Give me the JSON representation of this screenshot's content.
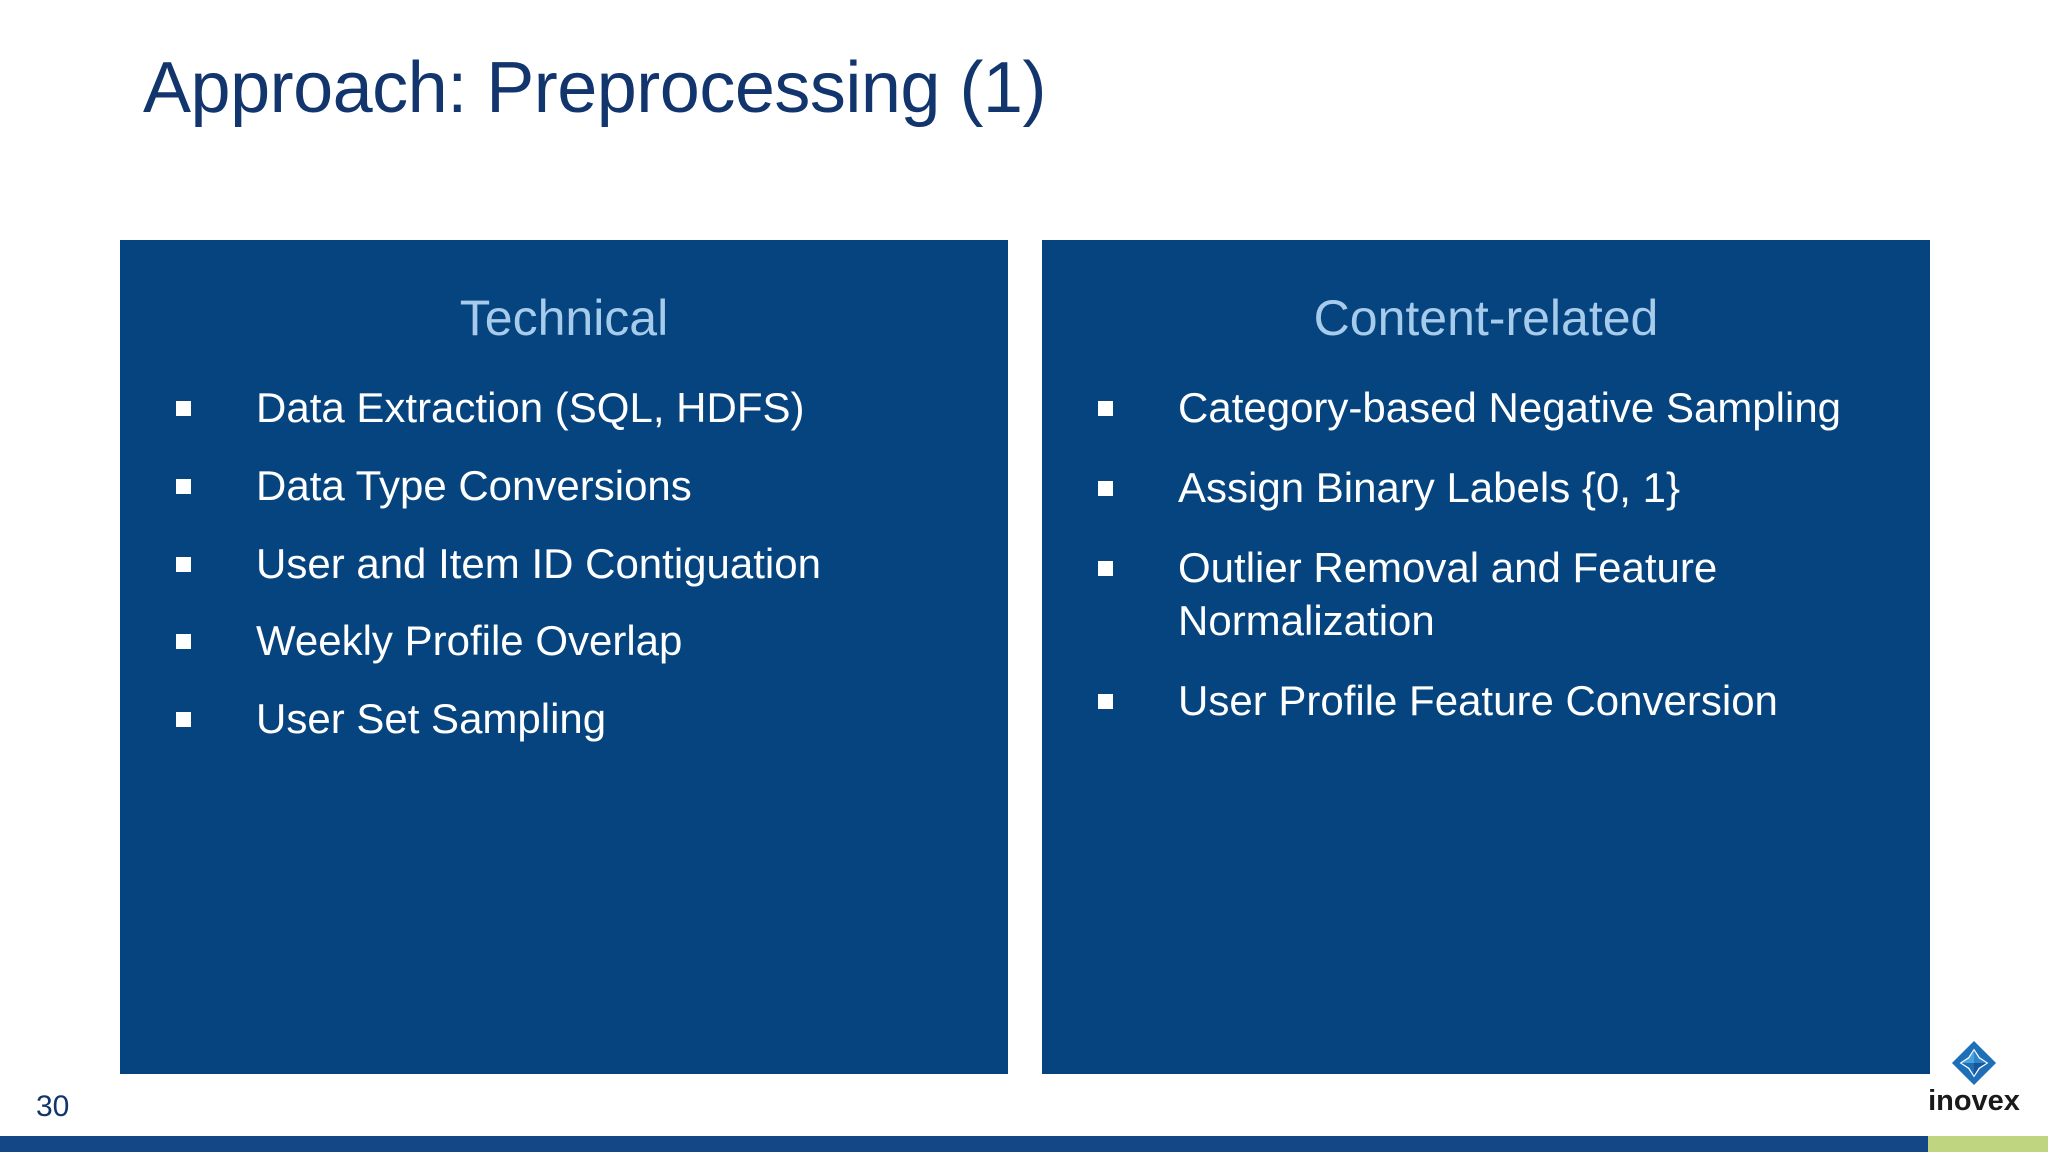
{
  "slide": {
    "title": "Approach: Preprocessing (1)",
    "page_number": "30"
  },
  "theme": {
    "title_color": "#12356E",
    "panel_bg": "#064480",
    "panel_header_color": "#A6CBEB",
    "bullet_text_color": "#FFFFFF",
    "bar_navy": "#134785",
    "bar_green": "#BFD580",
    "page_number_color": "#12356E"
  },
  "panels": [
    {
      "header": "Technical",
      "items": [
        "Data Extraction (SQL, HDFS)",
        "Data Type Conversions",
        "User and Item ID Contiguation",
        "Weekly Profile Overlap",
        "User Set Sampling"
      ]
    },
    {
      "header": "Content-related",
      "items": [
        "Category-based Negative Sampling",
        "Assign Binary Labels {0, 1}",
        "Outlier Removal and Feature Normalization",
        "User Profile Feature Conversion"
      ]
    }
  ],
  "logo": {
    "wordmark": "inovex",
    "mark_icon": "diamond-star-icon",
    "mark_color": "#1D6FB8"
  }
}
